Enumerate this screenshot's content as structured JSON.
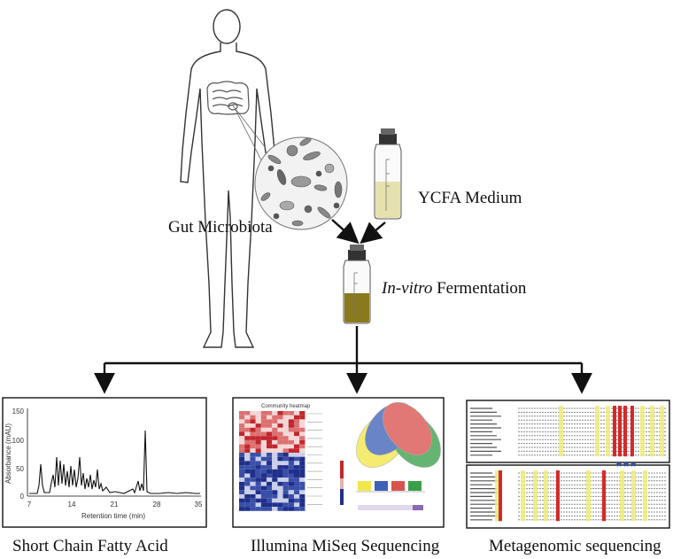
{
  "labels": {
    "gut_microbiota": "Gut Microbiota",
    "ycfa_medium": "YCFA Medium",
    "fermentation_italic": "In-vitro",
    "fermentation_rest": " Fermentation",
    "scfa": "Short Chain Fatty Acid",
    "miseq": "Illumina MiSeq Sequencing",
    "metagenomic": "Metagenomic sequencing"
  },
  "chromatogram": {
    "ylabel": "Absorbance (mAU)",
    "xlabel": "Retention time (min)",
    "yticks": [
      "150",
      "100",
      "50",
      "0"
    ],
    "xticks": [
      "7",
      "14",
      "21",
      "28",
      "35"
    ]
  },
  "heatmap": {
    "title": "Community heatmap"
  },
  "colors": {
    "medium_light": "#e6e2b0",
    "medium_dark": "#8a7a1e",
    "heat_red": "#c0272d",
    "heat_blue": "#1f2f8a",
    "venn_blue": "#3f62b8",
    "venn_red": "#d9534f",
    "venn_yellow": "#f2e64a",
    "venn_green": "#3aa04a",
    "align_red": "#d42a2a",
    "align_yellow": "#efec7a"
  }
}
